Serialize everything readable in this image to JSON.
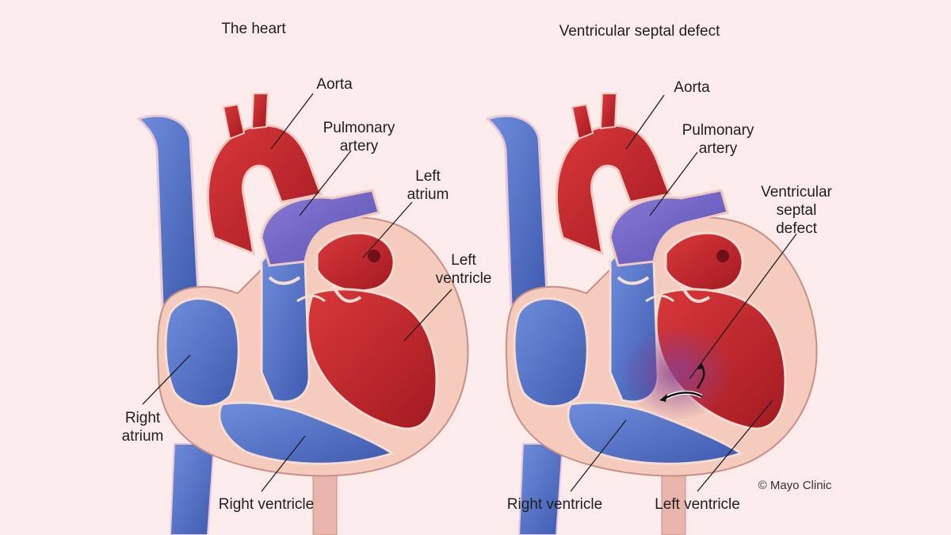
{
  "titles": {
    "left": "The heart",
    "right": "Ventricular septal defect"
  },
  "left_labels": {
    "aorta": "Aorta",
    "pulmonary_1": "Pulmonary",
    "pulmonary_2": "artery",
    "left_atrium_1": "Left",
    "left_atrium_2": "atrium",
    "left_ventricle_1": "Left",
    "left_ventricle_2": "ventricle",
    "right_atrium_1": "Right",
    "right_atrium_2": "atrium",
    "right_ventricle": "Right ventricle"
  },
  "right_labels": {
    "aorta": "Aorta",
    "pulmonary_1": "Pulmonary",
    "pulmonary_2": "artery",
    "vsd_1": "Ventricular",
    "vsd_2": "septal",
    "vsd_3": "defect",
    "right_ventricle": "Right ventricle",
    "left_ventricle": "Left ventricle"
  },
  "copyright": "© Mayo Clinic",
  "colors": {
    "background": "#fbeceb",
    "oxygenated": "#c8282c",
    "deoxygenated": "#4e6fc4",
    "wall": "#f2c7b8",
    "outline": "#7a3a3a"
  }
}
